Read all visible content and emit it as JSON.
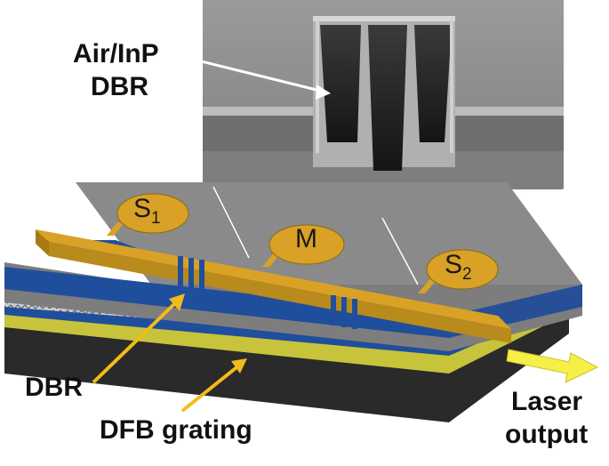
{
  "labels": {
    "air_inp_line1": "Air/InP",
    "air_inp_line2": "DBR",
    "dbr": "DBR",
    "dfb_grating": "DFB grating",
    "laser_line1": "Laser",
    "laser_line2": "output"
  },
  "pads": [
    {
      "id": "s1",
      "letter": "S",
      "sub": "1"
    },
    {
      "id": "m",
      "letter": "M",
      "sub": ""
    },
    {
      "id": "s2",
      "letter": "S",
      "sub": "2"
    }
  ],
  "colors": {
    "gold": "#d9a126",
    "blue": "#1f4e9c",
    "gray_top": "#8a8a8a",
    "yellow_layer": "#c7c43b",
    "substrate": "#2a2a2a",
    "arrow_yellow": "#f2bb1a",
    "output_arrow": "#f5ef47"
  },
  "icons": [
    "sem-image",
    "device-schematic",
    "pointer-arrow",
    "output-arrow"
  ]
}
